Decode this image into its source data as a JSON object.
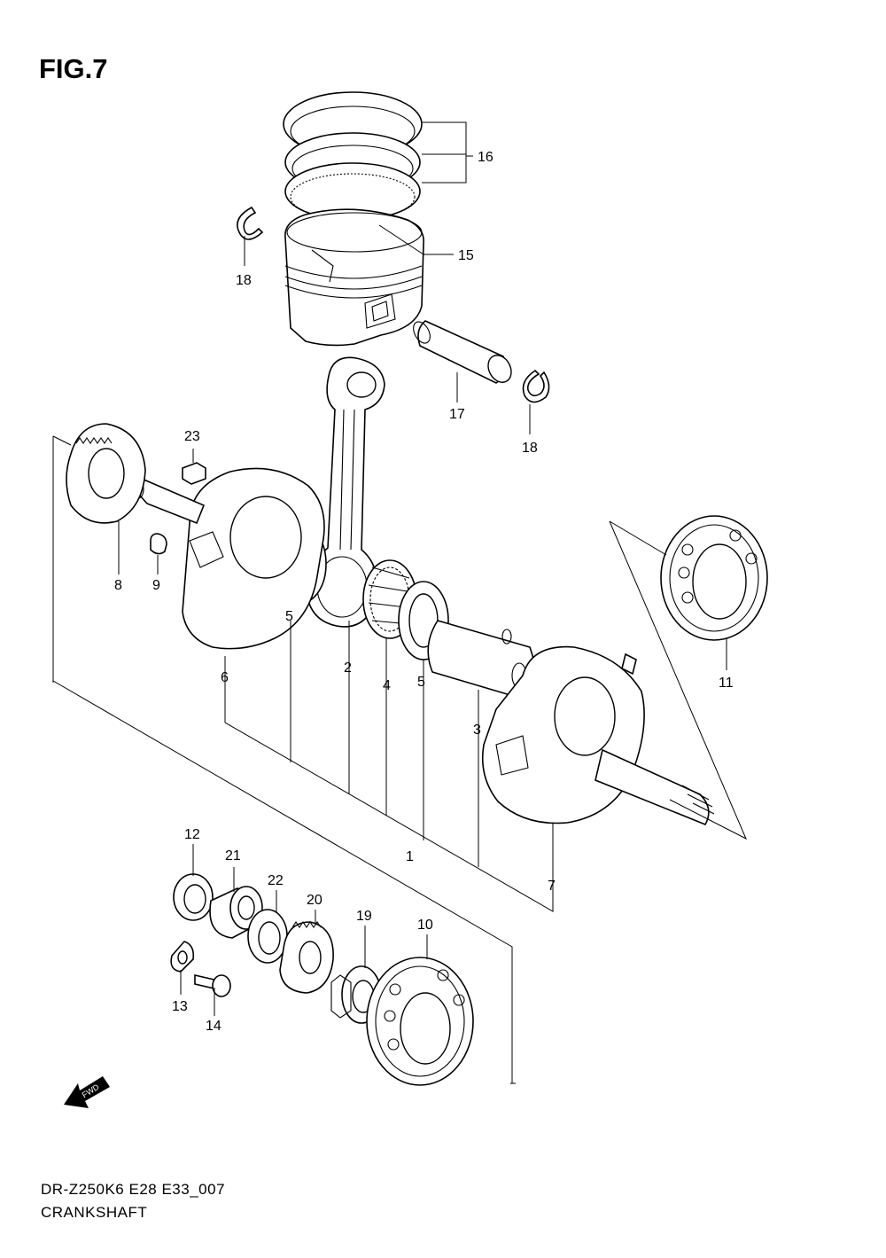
{
  "figure": {
    "title": "FIG.7",
    "model_code": "DR-Z250K6 E28 E33_007",
    "name": "CRANKSHAFT",
    "direction_marker": "FWD"
  },
  "callouts": {
    "p1": "1",
    "p2": "2",
    "p3": "3",
    "p4": "4",
    "p5a": "5",
    "p5b": "5",
    "p6": "6",
    "p7": "7",
    "p8": "8",
    "p9": "9",
    "p10": "10",
    "p11": "11",
    "p12": "12",
    "p13": "13",
    "p14": "14",
    "p15": "15",
    "p16": "16",
    "p17": "17",
    "p18a": "18",
    "p18b": "18",
    "p19": "19",
    "p20": "20",
    "p21": "21",
    "p22": "22",
    "p23": "23"
  }
}
